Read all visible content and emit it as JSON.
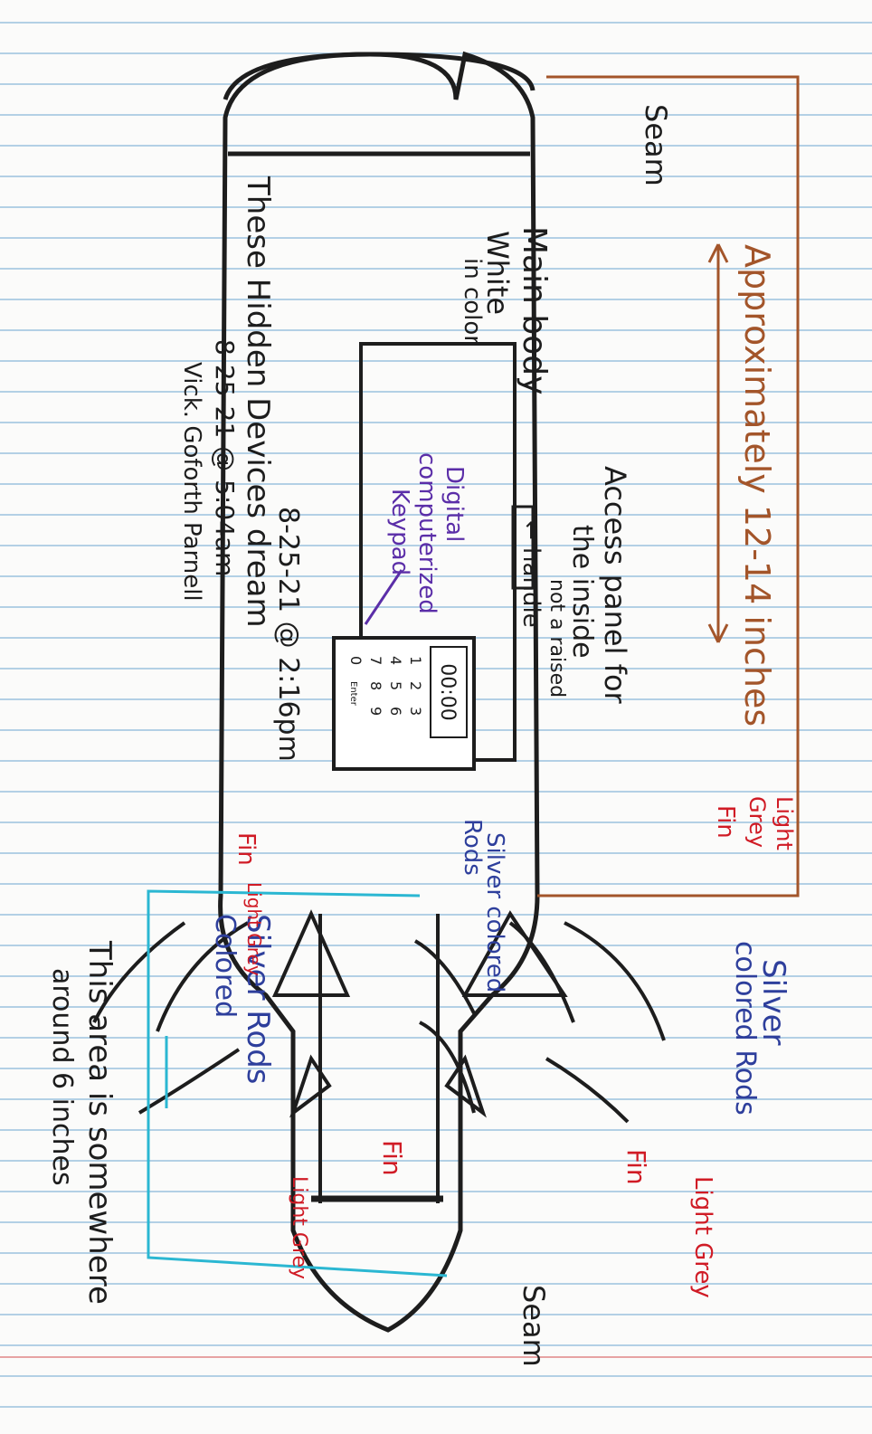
{
  "colors": {
    "paper": "#fbfbfa",
    "rule": "#9bc1de",
    "margin": "#e7a3a3",
    "ink": "#1d1d1d",
    "brown": "#a3552a",
    "blue": "#2e3f9c",
    "red": "#d01b25",
    "purple": "#5b2ea8",
    "cyan": "#2bb7d2"
  },
  "labels": {
    "seam_top": "Seam",
    "seam_bottom": "Seam",
    "approx_length": "Approximately 12-14 inches",
    "main_body_1": "Main body",
    "main_body_2": "White",
    "main_body_3": "in color",
    "access_1": "Access panel for",
    "access_2": "the inside",
    "not_raised": "not a raised",
    "handle": "← handle",
    "keypad_1": "Digital",
    "keypad_2": "computerized",
    "keypad_3": "Keypad",
    "date_time": "8-25-21 @ 2:16pm",
    "caption_1": "These Hidden Devices dream",
    "caption_2": "8-25-21 @ 5:04am",
    "caption_3": "Vick. Goforth Parnell",
    "silver_rods_center_1": "Silver colored",
    "silver_rods_center_2": "Rods",
    "fin_top_1": "Light",
    "fin_top_2": "Grey",
    "fin_top_3": "Fin",
    "fin_left_1": "Fin",
    "fin_left_2": "Light Grey",
    "silver_rods_left_1": "Silver Rods",
    "silver_rods_left_2": "Colored",
    "silver_rods_right_1": "Silver",
    "silver_rods_right_2": "colored Rods",
    "fin_lower_left": "Fin",
    "fin_lower_right": "Fin",
    "light_grey_lower_left": "Light Grey",
    "light_grey_lower_right": "Light Grey",
    "area_1": "This area is somewhere",
    "area_2": "around 6 inches"
  },
  "keypad": {
    "display": "00:00",
    "rows": [
      [
        "1",
        "2",
        "3"
      ],
      [
        "4",
        "5",
        "6"
      ],
      [
        "7",
        "8",
        "9"
      ],
      [
        "0",
        "Enter",
        ""
      ]
    ]
  }
}
